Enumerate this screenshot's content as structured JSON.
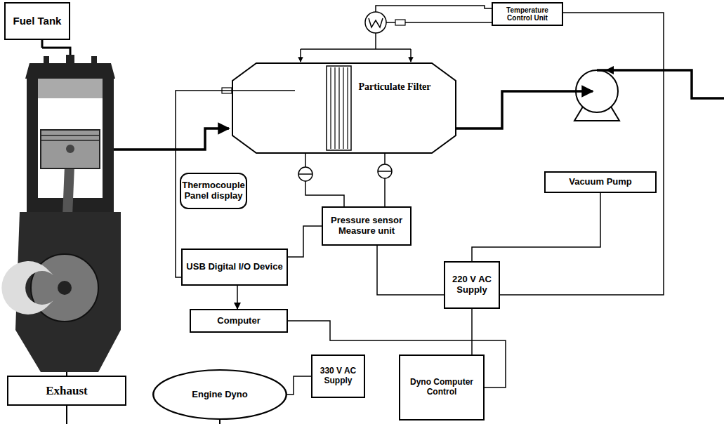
{
  "diagram": {
    "nodes": [
      {
        "text": [
          "Fuel Tank"
        ]
      },
      {
        "text": [
          "Temperature Control Unit"
        ]
      },
      {
        "text": [
          "Particulate Filter"
        ]
      },
      {
        "text": [
          "Thermocouple Panel display"
        ]
      },
      {
        "text": [
          "Pressure sensor Measure unit"
        ]
      },
      {
        "text": [
          "Vacuum Pump"
        ]
      },
      {
        "text": [
          "USB Digital I/O Device"
        ]
      },
      {
        "text": [
          "220 V AC Supply"
        ]
      },
      {
        "text": [
          "Computer"
        ]
      },
      {
        "text": [
          "Exhaust"
        ]
      },
      {
        "text": [
          "Engine Dyno"
        ]
      },
      {
        "text": [
          "330 V AC Supply"
        ]
      },
      {
        "text": [
          "Dyno Computer Control"
        ]
      }
    ],
    "edges": [
      {
        "from": 6,
        "to": 8,
        "arrow": "to"
      },
      {
        "from": 4,
        "to": 6,
        "arrow": "none"
      },
      {
        "from": 6,
        "to": 2,
        "arrow": "none"
      },
      {
        "from": 5,
        "to": 7,
        "arrow": "none"
      },
      {
        "from": 4,
        "to": 7,
        "arrow": "none"
      },
      {
        "from": 1,
        "to": 7,
        "arrow": "none"
      },
      {
        "from": 7,
        "to": 12,
        "arrow": "none"
      },
      {
        "from": 8,
        "to": 12,
        "arrow": "none"
      },
      {
        "from": 10,
        "to": 11,
        "arrow": "none"
      }
    ]
  }
}
